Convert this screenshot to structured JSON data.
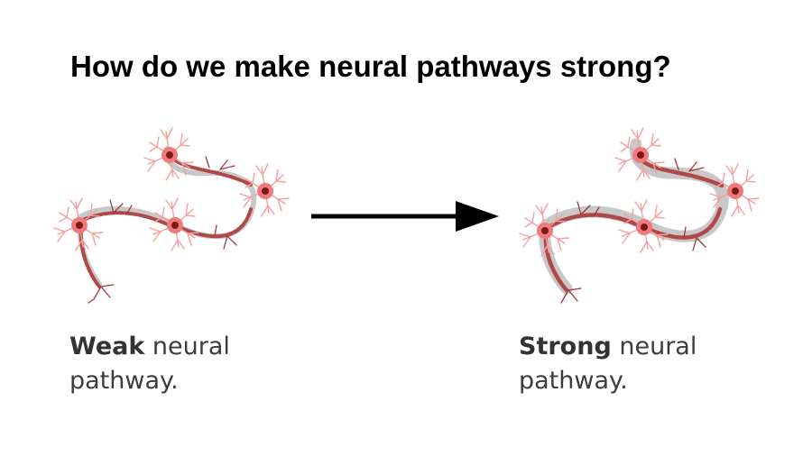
{
  "slide": {
    "title": "How do we make neural pathways strong?"
  },
  "captions": {
    "weak": {
      "bold": "Weak",
      "rest": " neural",
      "line2": "pathway."
    },
    "strong": {
      "bold": "Strong",
      "rest": " neural",
      "line2": "pathway."
    }
  },
  "colors": {
    "neuron_body": "#f07a7a",
    "neuron_dendrite": "#f4a0a0",
    "nucleus": "#7a1a1a",
    "axon": "#b04848",
    "pathway": "#c8c8c8",
    "arrow": "#000000",
    "caption": "#3c3c3c"
  }
}
